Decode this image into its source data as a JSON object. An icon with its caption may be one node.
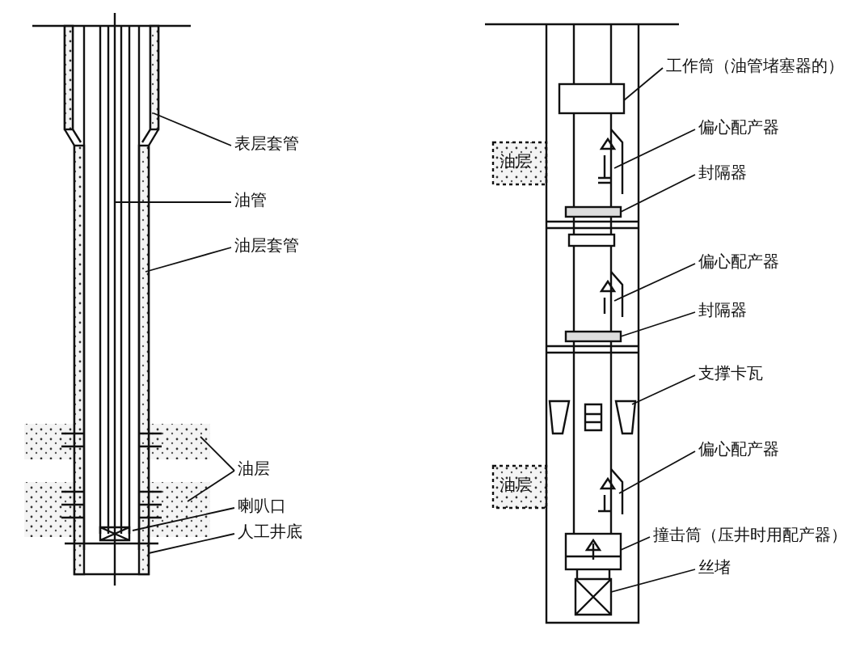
{
  "diagram": {
    "nodes": [
      {
        "text": [
          "表层套管"
        ]
      },
      {
        "text": [
          "油管"
        ]
      },
      {
        "text": [
          "油层套管"
        ]
      },
      {
        "text": [
          "油层"
        ]
      },
      {
        "text": [
          "喇叭口"
        ]
      },
      {
        "text": [
          "人工井底"
        ]
      },
      {
        "text": [
          "工作筒（油管堵塞器的）"
        ]
      },
      {
        "text": [
          "偏心配产器"
        ]
      },
      {
        "text": [
          "封隔器"
        ]
      },
      {
        "text": [
          "偏心配产器"
        ]
      },
      {
        "text": [
          "封隔器"
        ]
      },
      {
        "text": [
          "支撑卡瓦"
        ]
      },
      {
        "text": [
          "偏心配产器"
        ]
      },
      {
        "text": [
          "撞击筒（压井时用配产器）"
        ]
      },
      {
        "text": [
          "丝堵"
        ]
      }
    ],
    "edges": [
      {
        "from": 0,
        "to": null,
        "arrow": "none"
      },
      {
        "from": 1,
        "to": null,
        "arrow": "none"
      },
      {
        "from": 2,
        "to": null,
        "arrow": "none"
      },
      {
        "from": 3,
        "to": null,
        "arrow": "none"
      },
      {
        "from": 3,
        "to": null,
        "arrow": "none"
      },
      {
        "from": 4,
        "to": null,
        "arrow": "none"
      },
      {
        "from": 5,
        "to": null,
        "arrow": "none"
      },
      {
        "from": 6,
        "to": null,
        "arrow": "none"
      },
      {
        "from": 7,
        "to": null,
        "arrow": "none"
      },
      {
        "from": 8,
        "to": null,
        "arrow": "none"
      },
      {
        "from": 9,
        "to": null,
        "arrow": "none"
      },
      {
        "from": 10,
        "to": null,
        "arrow": "none"
      },
      {
        "from": 11,
        "to": null,
        "arrow": "none"
      },
      {
        "from": 12,
        "to": null,
        "arrow": "none"
      },
      {
        "from": 13,
        "to": null,
        "arrow": "none"
      },
      {
        "from": 14,
        "to": null,
        "arrow": "none"
      }
    ],
    "labels": [
      "油层",
      "油层"
    ]
  }
}
